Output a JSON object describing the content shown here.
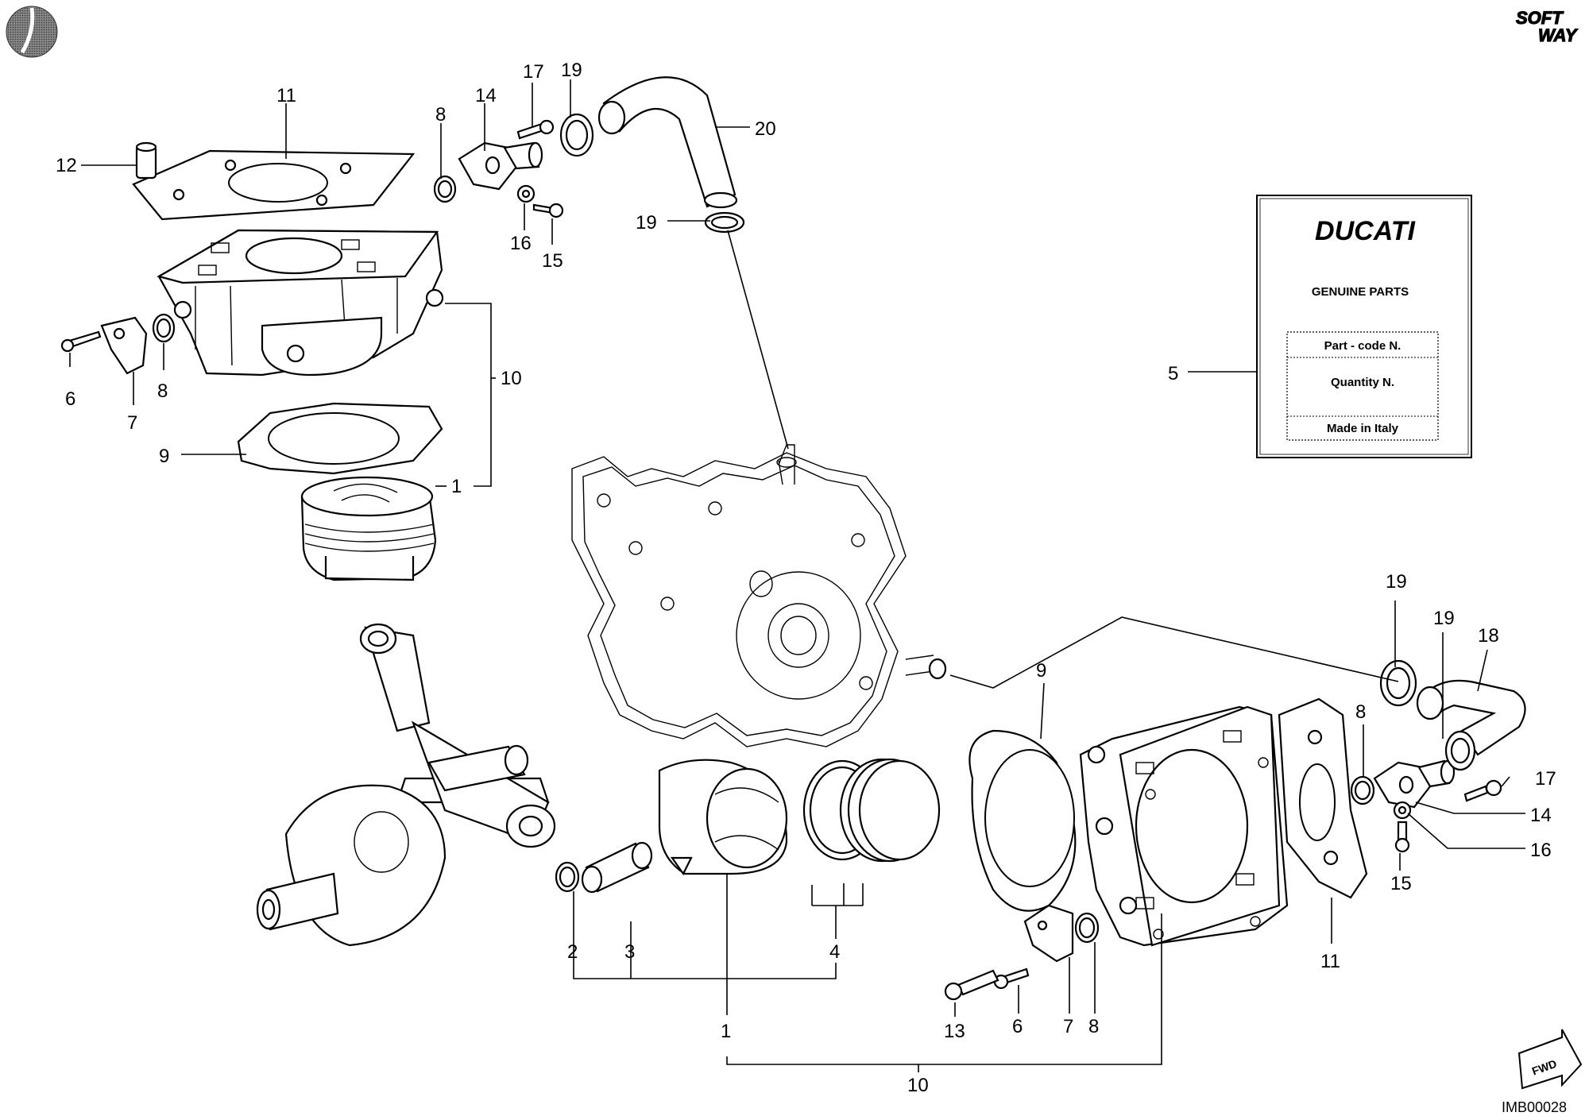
{
  "callouts": {
    "c12": "12",
    "c11a": "11",
    "c8a": "8",
    "c14a": "14",
    "c17a": "17",
    "c19a": "19",
    "c20": "20",
    "c16a": "16",
    "c15a": "15",
    "c19b": "19",
    "c6a": "6",
    "c8b": "8",
    "c7a": "7",
    "c10a": "10",
    "c9a": "9",
    "c1a": "1",
    "c5": "5",
    "c19c": "19",
    "c19d": "19",
    "c18": "18",
    "c9b": "9",
    "c8c": "8",
    "c17b": "17",
    "c14b": "14",
    "c16b": "16",
    "c15b": "15",
    "c11b": "11",
    "c2": "2",
    "c3": "3",
    "c4": "4",
    "c1b": "1",
    "c13": "13",
    "c6b": "6",
    "c7b": "7",
    "c8d": "8",
    "c10b": "10"
  },
  "label_box": {
    "brand": "DUCATI",
    "subtitle": "GENUINE PARTS",
    "part_code": "Part - code N.",
    "quantity": "Quantity N.",
    "origin": "Made in Italy"
  },
  "corner": {
    "softway_top": "SOFT",
    "softway_bottom": "WAY",
    "fwd": "FWD",
    "drawing_code": "IMB00028"
  }
}
